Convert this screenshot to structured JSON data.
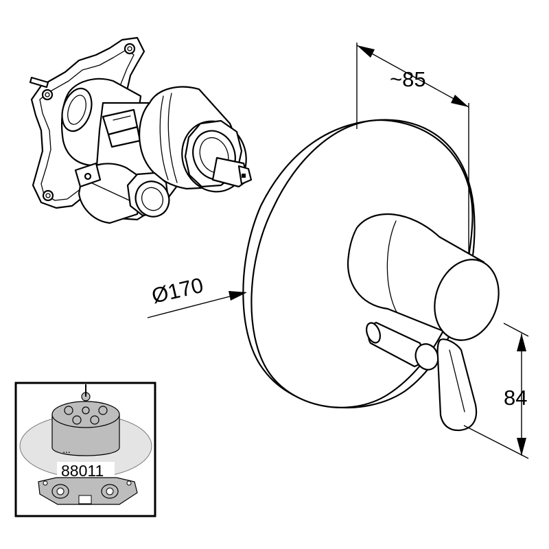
{
  "dimensions": {
    "depth_label": "~85",
    "diameter_label": "Ø170",
    "height_label": "84"
  },
  "inset": {
    "part_number": "88011"
  },
  "colors": {
    "line": "#000000",
    "background": "#ffffff",
    "inset_fill": "#bdbdbd"
  }
}
